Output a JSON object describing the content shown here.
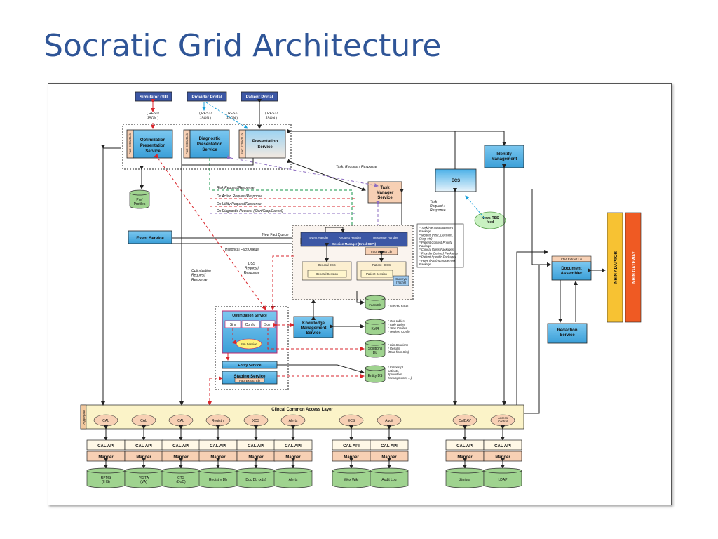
{
  "slide_title": "Socratic Grid Architecture",
  "top_portals": [
    "Simulator GUI",
    "Provider Portal",
    "Patient Portal"
  ],
  "rest_label": "( REST/ JSON )",
  "rest_label_line1": "( REST/",
  "rest_label_line2": "JSON )",
  "fact_extract_lib": "Fact Extract Lib",
  "presentation_services": {
    "optimization": [
      "Optimization",
      "Presentation",
      "Service"
    ],
    "diagnostic": [
      "Diagnostic",
      "Presentation",
      "Service"
    ],
    "presentation": [
      "Presentation",
      "Service"
    ]
  },
  "pref_profiles": [
    "Pref",
    "Profiles"
  ],
  "task_request_response": "Task: Request / Response",
  "task_manager": [
    "Task",
    "Manager",
    "Service"
  ],
  "task_request_side": [
    "Task",
    "Request /",
    "Response"
  ],
  "ecs": "ECS",
  "identity_management": [
    "Identity",
    "Management"
  ],
  "news_rss": [
    "News RSS",
    "feed"
  ],
  "dashed_requests": [
    "Risk Request/Response",
    "Dx Action Request/Response",
    "Dx Utility Request/Response",
    "Dx Diagnostic Request (Start/Stop/Cancel)"
  ],
  "event_service": "Event Service",
  "new_fact_queue": "New Fact Queue",
  "historical_fact_queue": "Historical Fact Queue",
  "dss_request": [
    "DSS",
    "Request/",
    "Response"
  ],
  "optimization_request": [
    "Optimization",
    "Request/",
    "Response"
  ],
  "cep": {
    "event_handler": "Event Handler",
    "request_handler": "Request Handler",
    "response_handler": "Response Handler",
    "session_manager": "Session Manager (Drool CEP))",
    "general_dss": "General DSS",
    "general_session": "General Session",
    "patient_dss": "Patient - DSS",
    "patient_session": "Patient Session",
    "surveys": [
      "Surveys",
      "(Techs)"
    ]
  },
  "task_notes": [
    "* Task/Alert Management",
    "Package",
    "* Models (Risk, Decision,",
    "Diag, etc)",
    "* Patient Context Priority",
    "Package",
    "* Clinical Rules Packages",
    "* Provider Defined Packages",
    "* Patient Specific Packages",
    "* HMR (Path) Management",
    "Package"
  ],
  "knowledge_management": [
    "Knowledge",
    "Management",
    "Service"
  ],
  "optimization_service": {
    "title": "Optimization Service",
    "sim": "Sim",
    "config": "Config",
    "soln": "Soln",
    "sim_session": "Sim Session",
    "entity_service": "Entity Service",
    "staging_service": "Staging Service"
  },
  "databases": {
    "facts": "Facts Db",
    "kmr": "KMR",
    "solutions": [
      "Solutions",
      "Db"
    ],
    "entity": "Entity DS"
  },
  "db_notes": {
    "facts": [
      "* Inferred Facts"
    ],
    "kmr": [
      "* Ono tables",
      "* Role tables",
      "* Task Profiles",
      "* Models, Config"
    ],
    "solutions": [
      "* Sim Solutions",
      "* Results",
      "(Data from Sim)"
    ],
    "entity": [
      "* Entities  (#",
      "patients,",
      "#providers,",
      "#deployments, ...)"
    ]
  },
  "cda_extract_lib": "CDA Extract Lib",
  "document_assembler": [
    "Document",
    "Assembler"
  ],
  "redaction_service": [
    "Redaction",
    "Service"
  ],
  "nhin_adaptor": "NHIN ADAPTOR",
  "nhin_gateway": "NHIN GATEWAY",
  "ccal_title": "Clincal Common Access Layer",
  "aggregator": "Aggregator",
  "cal_nodes": [
    "CAL",
    "CAL",
    "CAL",
    "Registry",
    "XDS",
    "Alerts",
    "ECS",
    "Audit",
    "CalDAV",
    "Access Control"
  ],
  "api_label": "CAL API",
  "mapper_label": "Mapper",
  "data_sources": [
    [
      "RPMS",
      "(IHS)"
    ],
    [
      "VISTA",
      "(VA)"
    ],
    [
      "CTS",
      "(DoD)"
    ],
    [
      "Registry Db"
    ],
    [
      "Doc Db (xds)"
    ],
    [
      "Alerts"
    ],
    [
      "Wex Wiki"
    ],
    [
      "Audit Log"
    ],
    [
      "Zimbra"
    ],
    [
      "LDAP"
    ]
  ],
  "colors": {
    "title": "#2f5597",
    "service_blue": "#4fb0e6",
    "portal_blue": "#3c57a5",
    "peach": "#f7d0b4",
    "db_green": "#9fd38f",
    "ccal_yellow": "#fbf3c8",
    "nhin_adaptor": "#f7c233",
    "nhin_gateway": "#ef5a23",
    "red_dash": "#d9262c",
    "green_dash": "#139447",
    "purple_dash": "#8c6cc0",
    "blue_dash": "#18a0db"
  }
}
